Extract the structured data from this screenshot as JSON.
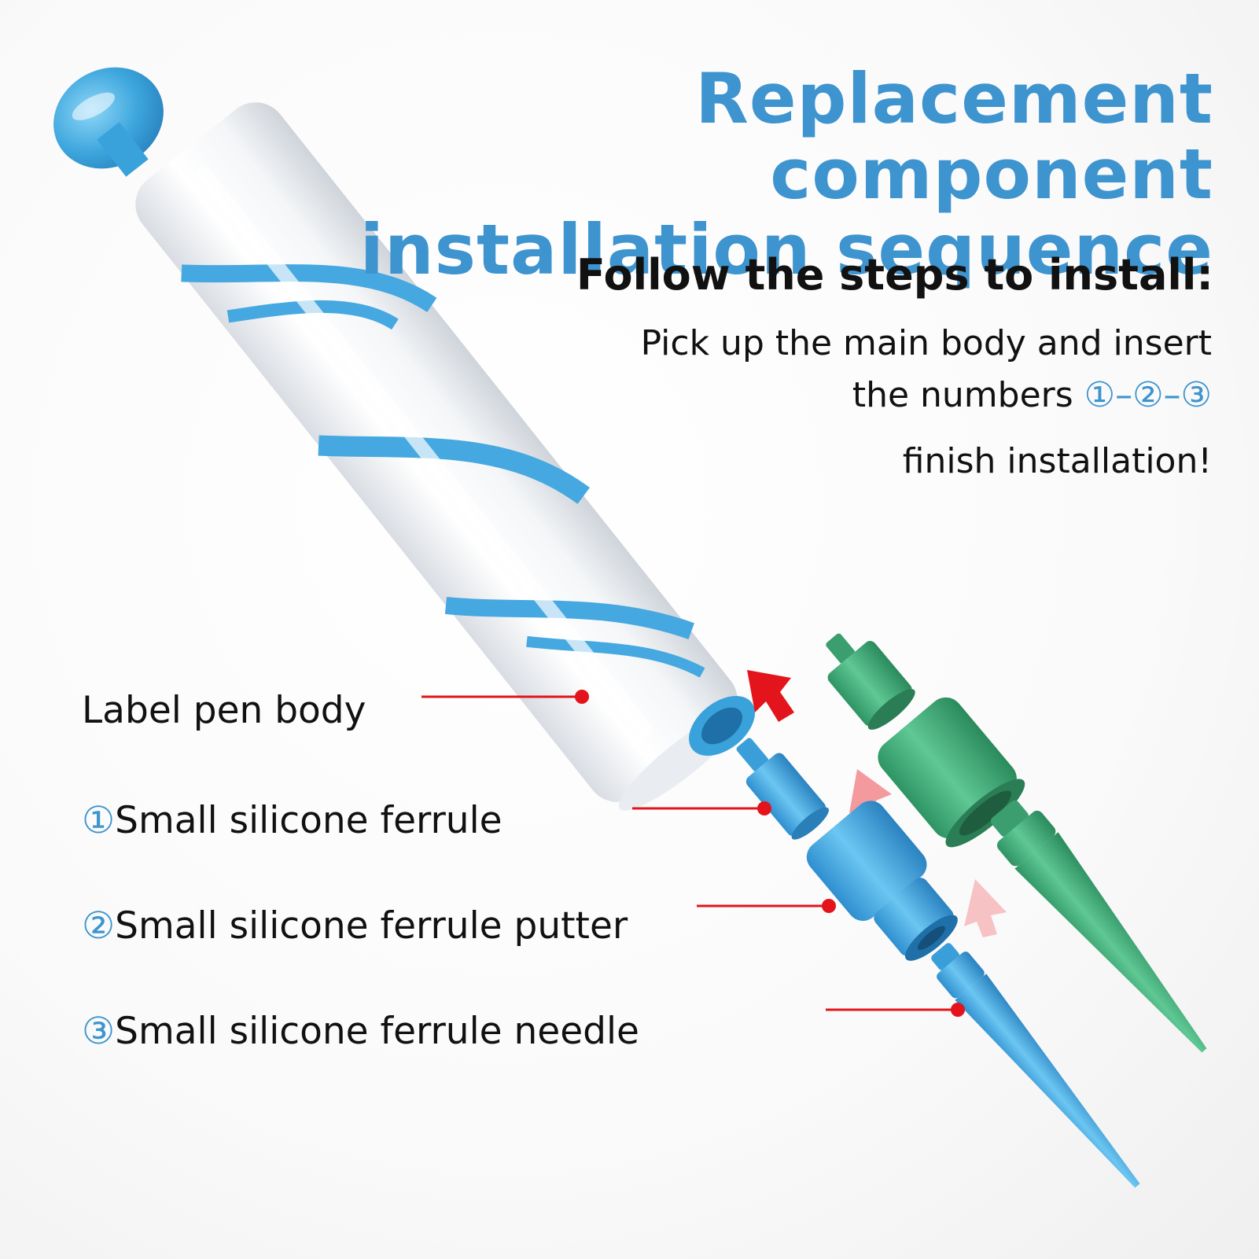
{
  "title": {
    "line1": "Replacement component",
    "line2": "installation sequence"
  },
  "subtitle": "Follow the steps to install:",
  "instructions": {
    "line1": "Pick up the main body and insert",
    "line2_prefix": "the numbers ",
    "line2_numbers": "①–②–③",
    "line3": "finish installation!"
  },
  "labels": [
    {
      "number": "",
      "text": "Label pen body"
    },
    {
      "number": "①",
      "text": "Small silicone ferrule"
    },
    {
      "number": "②",
      "text": "Small silicone ferrule putter"
    },
    {
      "number": "③",
      "text": "Small silicone ferrule needle"
    }
  ],
  "colors": {
    "accent_blue": "#3e94cf",
    "part_blue": "#4fb3e6",
    "part_green": "#3fae7a",
    "pointer_red": "#e3141b",
    "text": "#111111"
  },
  "icons": [
    "insert-arrow-icon",
    "pointer-dot-icon"
  ]
}
